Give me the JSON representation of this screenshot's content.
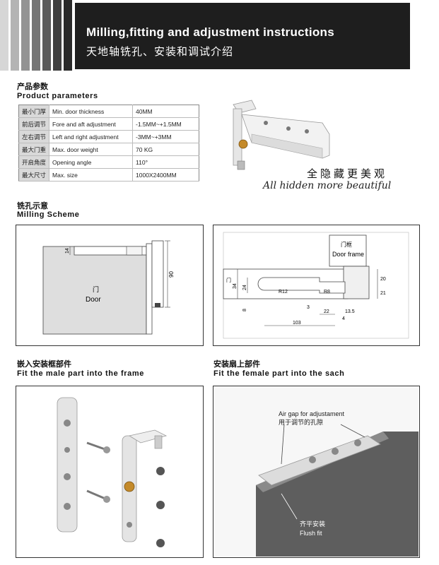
{
  "header": {
    "title": "Milling,fitting and adjustment instructions",
    "subtitle_cn": "天地轴铣孔、安装和调试介绍",
    "stripe_colors": [
      "#d6d6d6",
      "#b4b4b4",
      "#939393",
      "#757575",
      "#5a5a5a",
      "#404040",
      "#2a2a2a"
    ]
  },
  "params": {
    "heading_cn": "产品参数",
    "heading_en": "Product parameters",
    "rows": [
      {
        "cn": "最小门厚",
        "en": "Min. door thickness",
        "value": "40MM"
      },
      {
        "cn": "前后调节",
        "en": "Fore and aft adjustment",
        "value": "-1.5MM~+1.5MM"
      },
      {
        "cn": "左右调节",
        "en": "Left and right adjustment",
        "value": "-3MM~+3MM"
      },
      {
        "cn": "最大门重",
        "en": "Max. door weight",
        "value": "70 KG"
      },
      {
        "cn": "开启角度",
        "en": "Opening angle",
        "value": "110°"
      },
      {
        "cn": "最大尺寸",
        "en": "Max. size",
        "value": "1000X2400MM"
      }
    ]
  },
  "slogan": {
    "cn": "全隐藏更美观",
    "en": "All hidden more beautiful"
  },
  "milling": {
    "heading_cn": "铣孔示意",
    "heading_en": "Milling Scheme",
    "left": {
      "door_cn": "门",
      "door_en": "Door",
      "dim_14": "14",
      "dim_90": "90"
    },
    "right": {
      "frame_cn": "门框",
      "frame_en": "Door frame",
      "door_cn": "门",
      "dim_34": "34",
      "dim_24": "24",
      "dim_20": "20",
      "dim_21": "21",
      "r12": "R12",
      "r8": "R8",
      "dim_8": "8",
      "dim_3": "3",
      "dim_22": "22",
      "dim_13_5": "13.5",
      "dim_4": "4",
      "dim_103": "103"
    }
  },
  "fit_frame": {
    "heading_cn": "嵌入安装框部件",
    "heading_en": "Fit the male part into the frame"
  },
  "fit_sach": {
    "heading_cn": "安装扇上部件",
    "heading_en": "Fit the female part into the sach",
    "air_gap_en": "Air gap for adjustament",
    "air_gap_cn": "用于调节的孔隙",
    "flush_cn": "齐平安装",
    "flush_en": "Flush fit"
  }
}
